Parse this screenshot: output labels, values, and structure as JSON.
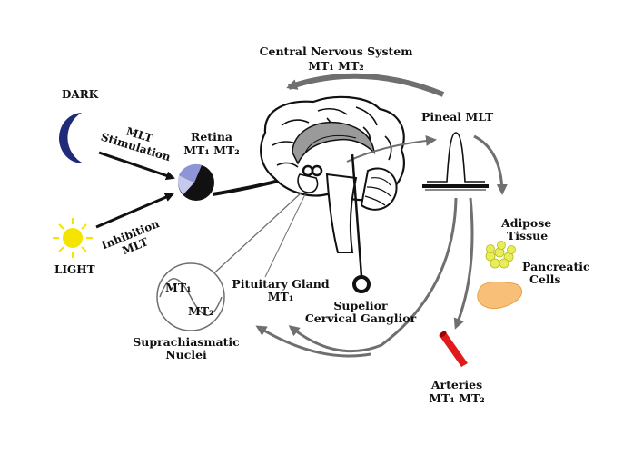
{
  "labels": {
    "cns": "Central Nervous System",
    "cns_receptors": "MT₁ MT₂",
    "dark": "DARK",
    "light": "LIGHT",
    "mlt_stimulation_1": "MLT",
    "mlt_stimulation_2": "Stimulation",
    "inhibition_1": "Inhibition",
    "inhibition_2": "MLT",
    "retina": "Retina",
    "retina_receptors": "MT₁ MT₂",
    "pineal": "Pineal MLT",
    "adipose_1": "Adipose",
    "adipose_2": "Tissue",
    "pancreatic_1": "Pancreatic",
    "pancreatic_2": "Cells",
    "pituitary_1": "Pituitary Gland",
    "pituitary_2": "MT₁",
    "superior_1": "Supelior",
    "superior_2": "Cervical Ganglior",
    "scn_mt1": "MT₁",
    "scn_mt2": "MT₂",
    "scn_1": "Suprachiasmatic",
    "scn_2": "Nuclei",
    "arteries": "Arteries",
    "arteries_receptors": "MT₁ MT₂"
  },
  "colors": {
    "moon": "#1f2a78",
    "sun": "#f5e400",
    "retina_iris": "#8e95d6",
    "brain_shade": "#9a9a9a",
    "arrow_gray": "#6f6f6f",
    "artery": "#e01b1b",
    "adipose": "#e8ee5a",
    "pancreas": "#f8bf78"
  },
  "icons": [
    "moon-icon",
    "sun-icon",
    "retina-eye-icon",
    "brain-icon",
    "pineal-gland-icon",
    "scn-oscillation-icon",
    "adipose-cells-icon",
    "pancreas-icon",
    "artery-icon"
  ]
}
